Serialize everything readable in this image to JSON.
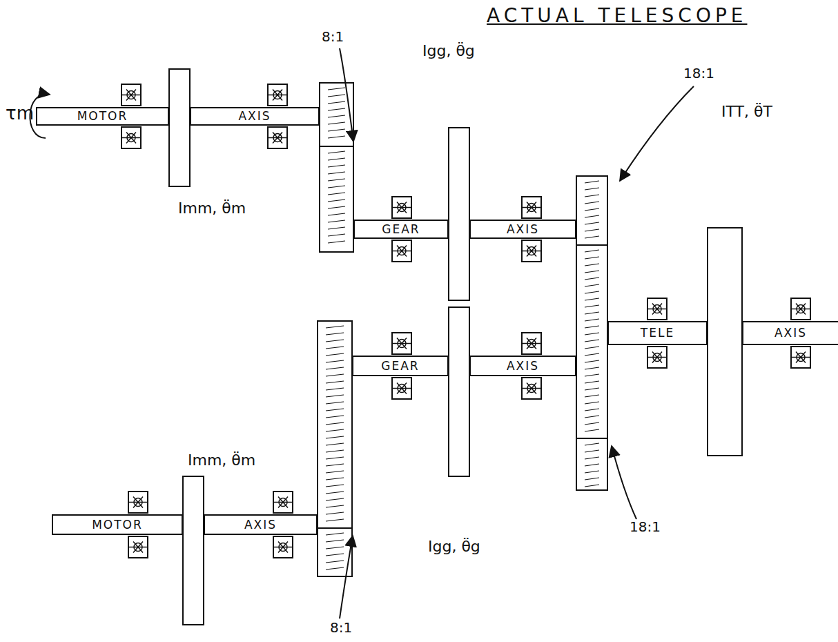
{
  "diagram": {
    "title": "ACTUAL TELESCOPE",
    "nodes": [
      {
        "text": [
          "MOTOR"
        ]
      },
      {
        "text": [
          "AXIS"
        ]
      },
      {
        "text": [
          "GEAR"
        ]
      },
      {
        "text": [
          "AXIS"
        ]
      },
      {
        "text": [
          "TELE"
        ]
      },
      {
        "text": [
          "AXIS"
        ]
      },
      {
        "text": [
          "GEAR"
        ]
      },
      {
        "text": [
          "AXIS"
        ]
      },
      {
        "text": [
          "MOTOR"
        ]
      },
      {
        "text": [
          "AXIS"
        ]
      }
    ],
    "labels": [
      "τm",
      "8:1",
      "Igg, θ̈g",
      "18:1",
      "ITT, θ̈T",
      "Imm, θ̈m",
      "Imm, θ̈m",
      "18:1",
      "Igg, θ̈g",
      "8:1"
    ]
  }
}
